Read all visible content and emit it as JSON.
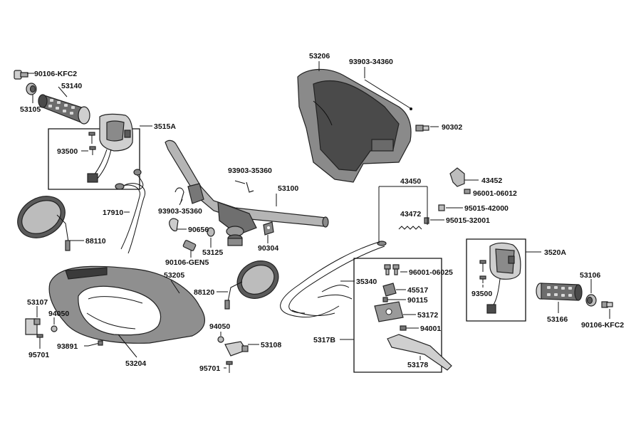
{
  "colors": {
    "ink": "#111111",
    "part_dark": "#3a3a3a",
    "part_mid": "#8a8a8a",
    "part_light": "#d9d9d9",
    "background": "#ffffff"
  },
  "labels": {
    "p90106_kfc2_left": "90106-KFC2",
    "p53140": "53140",
    "p53105": "53105",
    "p3515a": "3515A",
    "p93500_left": "93500",
    "p17910": "17910",
    "p88110": "88110",
    "p93903_35360_top": "93903-35360",
    "p93903_35360_mid": "93903-35360",
    "p53100": "53100",
    "p90656": "90656",
    "p53125": "53125",
    "p90304": "90304",
    "p90106_gen5": "90106-GEN5",
    "p53206": "53206",
    "p93903_34360": "93903-34360",
    "p90302": "90302",
    "p43450": "43450",
    "p43452": "43452",
    "p96001_06012": "96001-06012",
    "p95015_42000": "95015-42000",
    "p43472": "43472",
    "p95015_32001": "95015-32001",
    "p3520a": "3520A",
    "p53106": "53106",
    "p93500_right": "93500",
    "p53166": "53166",
    "p90106_kfc2_right": "90106-KFC2",
    "p53205": "53205",
    "p88120": "88120",
    "p53107": "53107",
    "p94050_left": "94050",
    "p95701_left": "95701",
    "p93891": "93891",
    "p53204": "53204",
    "p94050_mid": "94050",
    "p53108": "53108",
    "p95701_mid": "95701",
    "p35340": "35340",
    "p96001_06025": "96001-06025",
    "p45517": "45517",
    "p90115": "90115",
    "p53172": "53172",
    "p94001": "94001",
    "p5317b": "5317B",
    "p53178": "53178"
  }
}
